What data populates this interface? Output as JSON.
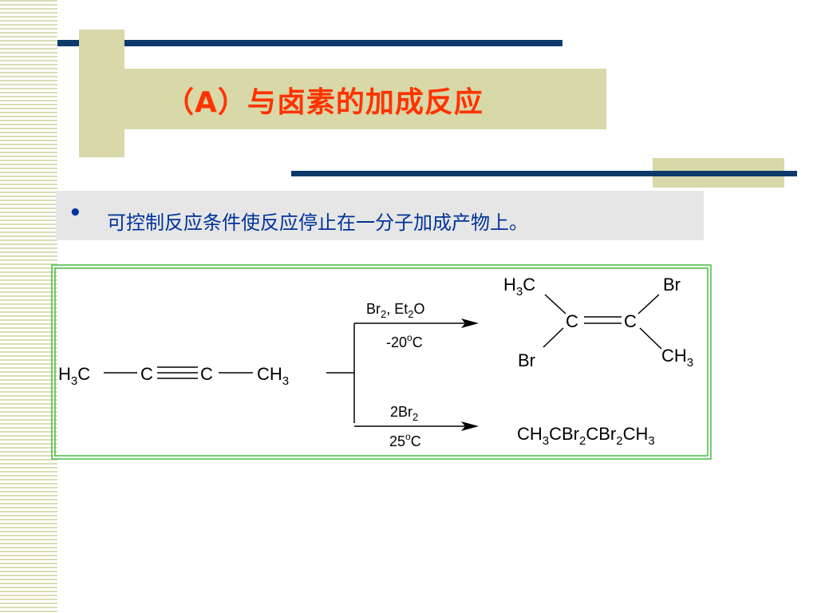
{
  "slide": {
    "title": "（A）与卤素的加成反应",
    "bullet": "可控制反应条件使反应停止在一分子加成产物上。",
    "colors": {
      "title_text": "#ff3300",
      "bullet_text": "#003399",
      "accent_block": "#d8d8a8",
      "rule_line": "#0b3a6b",
      "scheme_border": "#44bb44"
    }
  },
  "scheme": {
    "reactant": {
      "left": "H3C",
      "c1": "C",
      "c2": "C",
      "right": "CH3"
    },
    "upper_reaction": {
      "reagents": "Br2, Et2O",
      "conditions": "-20oC",
      "product": {
        "top_left": "H3C",
        "top_right": "Br",
        "left_carbon": "C",
        "right_carbon": "C",
        "bottom_left": "Br",
        "bottom_right": "CH3"
      }
    },
    "lower_reaction": {
      "reagents": "2Br2",
      "conditions": "25oC",
      "product": "CH3CBr2CBr2CH3"
    }
  }
}
